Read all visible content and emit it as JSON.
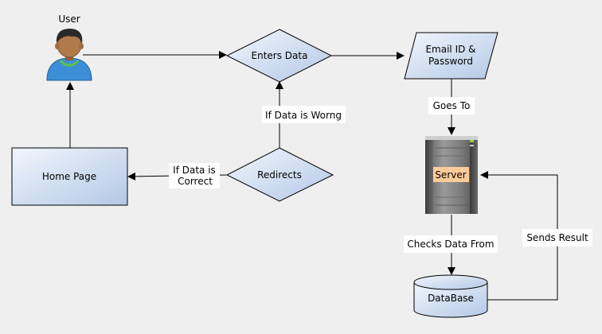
{
  "nodes": {
    "user": "User",
    "enters_data": "Enters Data",
    "email_line1": "Email ID &",
    "email_line2": "Password",
    "server": "Server",
    "home_page": "Home Page",
    "redirects": "Redirects",
    "database": "DataBase"
  },
  "edge_labels": {
    "if_wrong": "If Data is Worng",
    "if_correct_line1": "If Data is",
    "if_correct_line2": "Correct",
    "goes_to": "Goes To",
    "checks_data_from": "Checks Data From",
    "sends_result": "Sends Result"
  },
  "colors": {
    "node_gradient_start": "#f2f6fc",
    "node_gradient_end": "#b3c8e6",
    "stroke": "#000000",
    "server_label_bg": "#ffcc99",
    "user_shirt": "#3c8fd6",
    "user_skin": "#b07a4b",
    "user_hair": "#2a2a2a"
  },
  "icons": {
    "user": "user-avatar-icon",
    "server": "server-tower-icon"
  }
}
